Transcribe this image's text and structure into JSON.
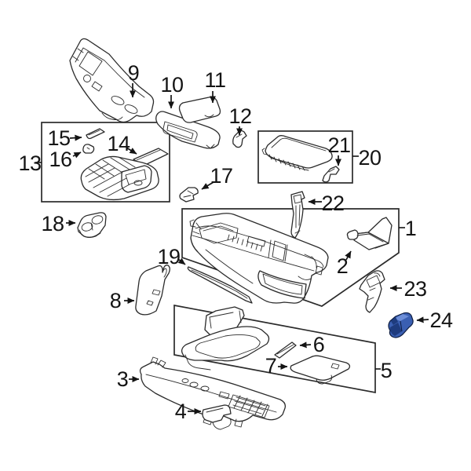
{
  "diagram": {
    "type": "exploded-parts-diagram",
    "colors": {
      "background": "#ffffff",
      "line": "#2b2b2b",
      "label": "#141414",
      "hl": "#3a5fb2",
      "hl_light": "#6d8ed8",
      "hl_dark": "#1e3b7e",
      "hl_outline": "#0d1c40"
    },
    "highlighted_callout": "24",
    "callouts": {
      "1": "1",
      "2": "2",
      "3": "3",
      "4": "4",
      "5": "5",
      "6": "6",
      "7": "7",
      "8": "8",
      "9": "9",
      "10": "10",
      "11": "11",
      "12": "12",
      "13": "13",
      "14": "14",
      "15": "15",
      "16": "16",
      "17": "17",
      "18": "18",
      "19": "19",
      "20": "20",
      "21": "21",
      "22": "22",
      "23": "23",
      "24": "24"
    }
  }
}
